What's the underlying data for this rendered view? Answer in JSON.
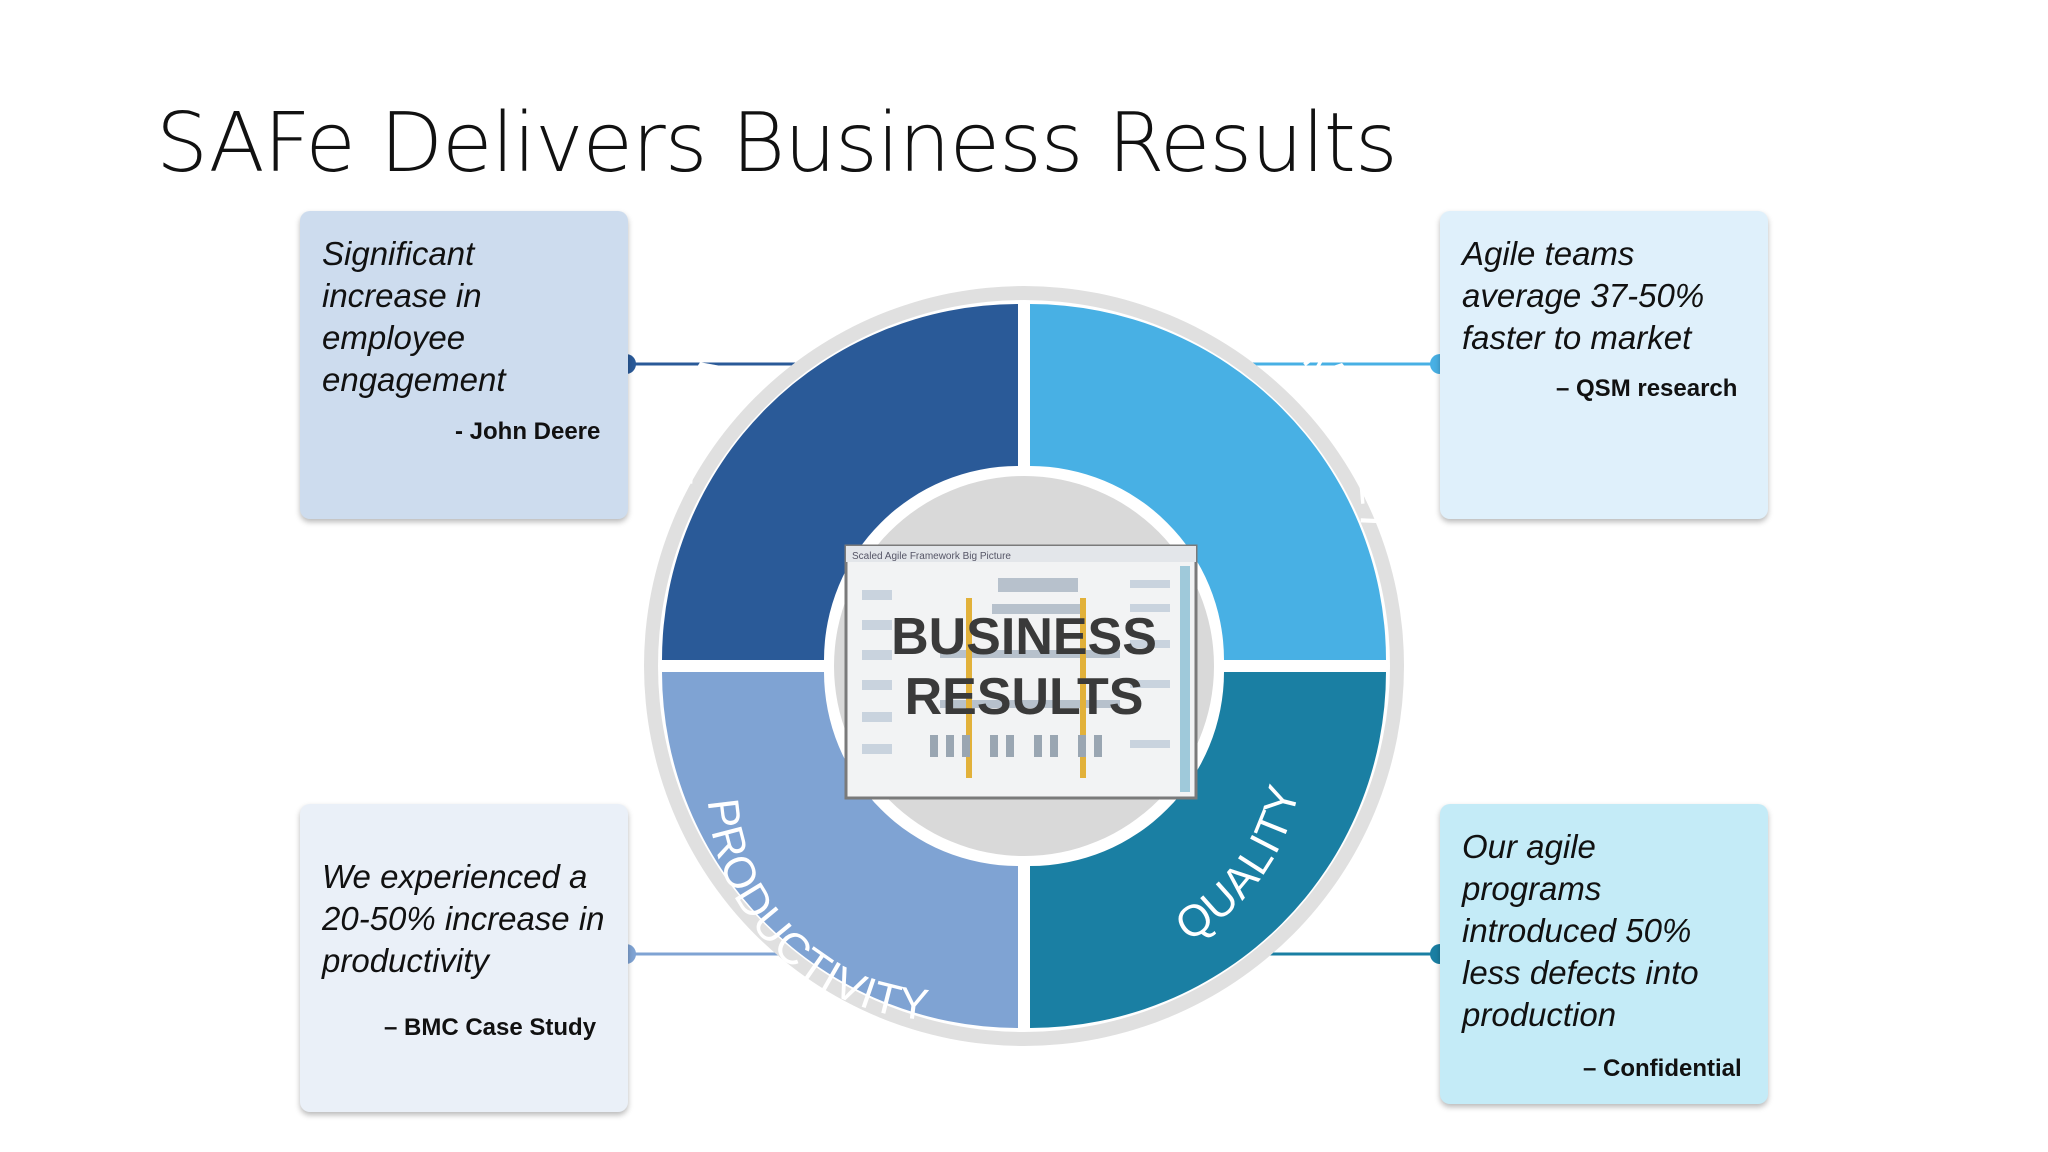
{
  "title": "SAFe Delivers Business Results",
  "segments": {
    "engagement": "ENGAGEMENT",
    "time_to_market": "TIME TO MARKET",
    "productivity": "PRODUCTIVITY",
    "quality": "QUALITY"
  },
  "center": {
    "line1": "BUSINESS",
    "line2": "RESULTS",
    "image_caption": "Scaled Agile Framework Big Picture"
  },
  "cards": {
    "engagement": {
      "quote": "Significant increase in employee engagement",
      "source": "- John Deere"
    },
    "time_to_market": {
      "quote": "Agile teams average 37-50% faster to market",
      "source": "– QSM research"
    },
    "productivity": {
      "quote": "We experienced a 20-50% increase in productivity",
      "source": "– BMC Case Study"
    },
    "quality": {
      "quote": "Our agile programs introduced 50% less defects into production",
      "source": "– Confidential"
    }
  },
  "colors": {
    "engagement": "#2a5a98",
    "time_to_market": "#48b0e4",
    "productivity": "#7fa3d3",
    "quality": "#1a7fa3",
    "outer_ring": "#e0e0e0",
    "inner_circle": "#d9d9d9"
  }
}
